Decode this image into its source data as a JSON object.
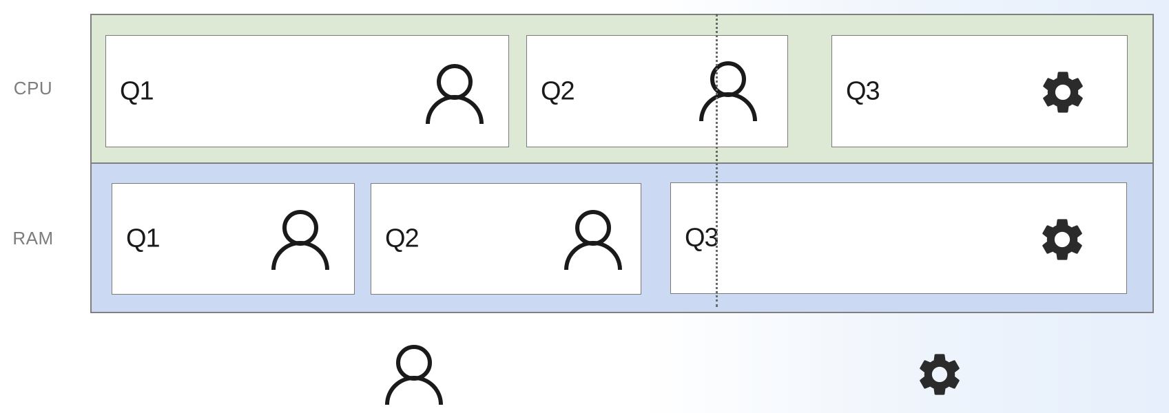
{
  "rows": {
    "cpu": {
      "label": "CPU",
      "boxes": [
        {
          "label": "Q1",
          "icon": "user-icon"
        },
        {
          "label": "Q2",
          "icon": "user-icon"
        },
        {
          "label": "Q3",
          "icon": "gear-icon"
        }
      ]
    },
    "ram": {
      "label": "RAM",
      "boxes": [
        {
          "label": "Q1",
          "icon": "user-icon"
        },
        {
          "label": "Q2",
          "icon": "user-icon"
        },
        {
          "label": "Q3",
          "icon": "gear-icon"
        }
      ]
    }
  },
  "legend": [
    "user-icon",
    "gear-icon"
  ],
  "colors": {
    "cpu_band": "#dde8d5",
    "ram_band": "#cbd9f2",
    "box_fill": "#ffffff",
    "border": "#7f7f7f",
    "icon": "#1a1a1a",
    "gear": "#2b2b2b"
  }
}
